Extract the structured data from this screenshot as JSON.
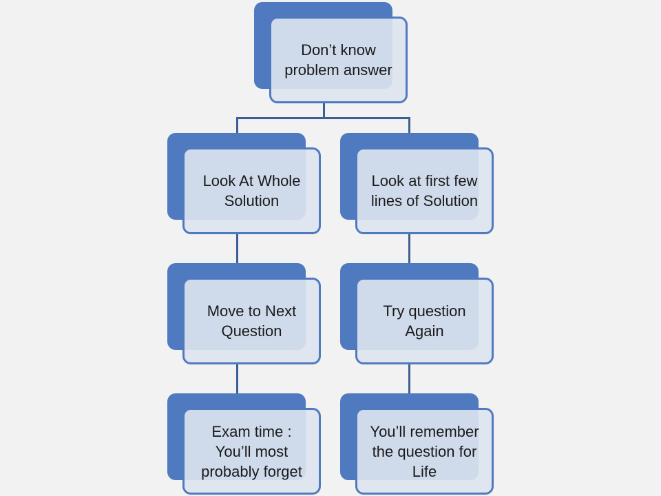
{
  "diagram": {
    "type": "flowchart",
    "colors": {
      "background": "#f2f2f2",
      "accent": "#4f7ac0",
      "box_fill": "#dde4ef",
      "connector": "#3d5f94",
      "text": "#1a1a1a"
    },
    "nodes": [
      {
        "id": "root",
        "label": "Don’t know\nproblem answer"
      },
      {
        "id": "left-1",
        "label": "Look At Whole\nSolution"
      },
      {
        "id": "right-1",
        "label": "Look at first few\nlines of Solution"
      },
      {
        "id": "left-2",
        "label": "Move to Next\nQuestion"
      },
      {
        "id": "right-2",
        "label": "Try question\nAgain"
      },
      {
        "id": "left-3",
        "label": "Exam time :\nYou’ll most\nprobably forget"
      },
      {
        "id": "right-3",
        "label": "You’ll remember\nthe question for\nLife"
      }
    ],
    "edges": [
      [
        "root",
        "left-1"
      ],
      [
        "root",
        "right-1"
      ],
      [
        "left-1",
        "left-2"
      ],
      [
        "left-2",
        "left-3"
      ],
      [
        "right-1",
        "right-2"
      ],
      [
        "right-2",
        "right-3"
      ]
    ]
  }
}
